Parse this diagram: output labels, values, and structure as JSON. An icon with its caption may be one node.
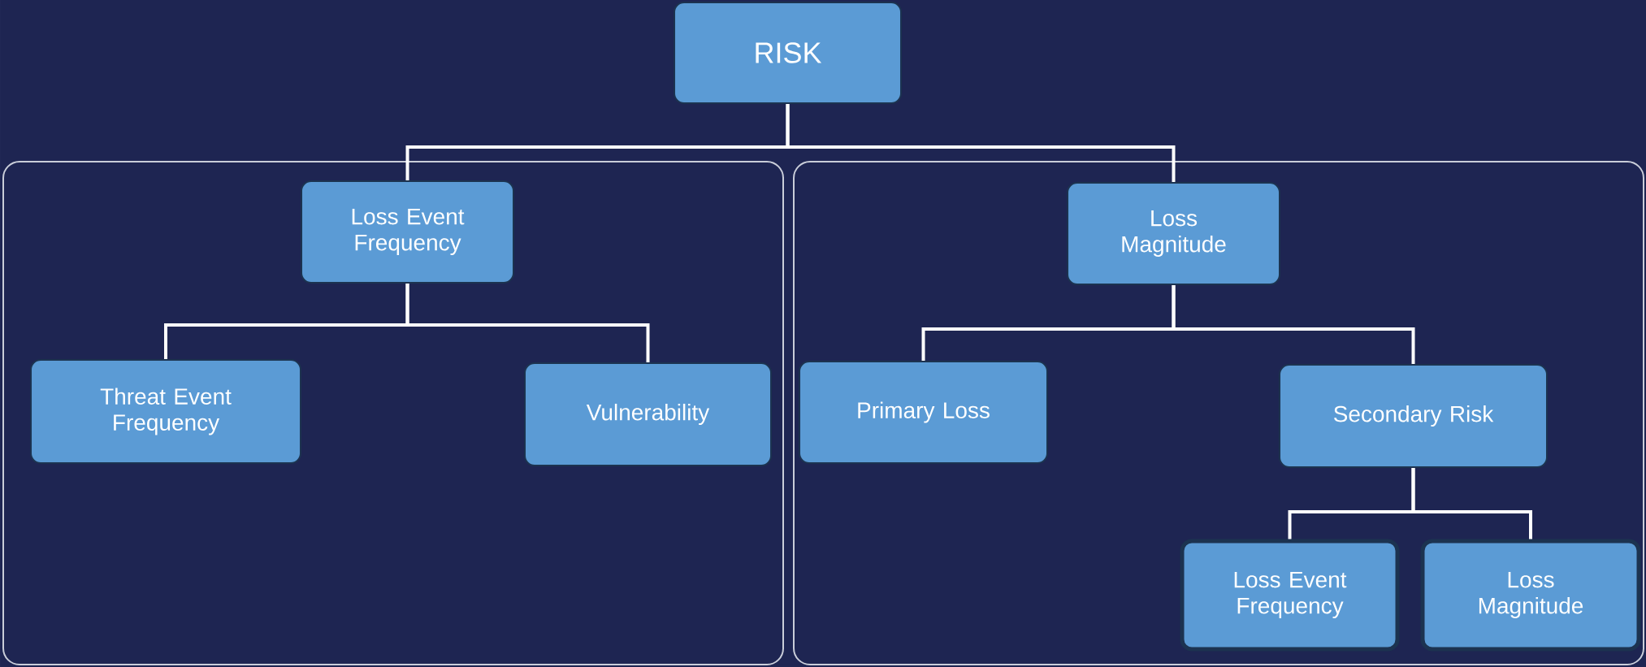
{
  "diagram": {
    "nodes": [
      {
        "text": [
          "RISK"
        ]
      },
      {
        "text": [],
        "shape": "box"
      },
      {
        "text": [
          "Loss Event Frequency"
        ],
        "in": 1
      },
      {
        "text": [
          "Threat Event Frequency"
        ],
        "in": 1
      },
      {
        "text": [
          "Vulnerability"
        ],
        "in": 1
      },
      {
        "text": [],
        "shape": "box"
      },
      {
        "text": [
          "Loss Magnitude"
        ],
        "in": 5
      },
      {
        "text": [
          "Primary Loss"
        ],
        "in": 5
      },
      {
        "text": [
          "Secondary Risk"
        ],
        "in": 5
      },
      {
        "text": [
          "Loss Event Frequency"
        ],
        "in": 5
      },
      {
        "text": [
          "Loss Magnitude"
        ],
        "in": 5
      }
    ],
    "edges": [
      {
        "from": 0,
        "to": 2,
        "arrow": "none"
      },
      {
        "from": 0,
        "to": 6,
        "arrow": "none"
      },
      {
        "from": 2,
        "to": 3,
        "arrow": "none"
      },
      {
        "from": 2,
        "to": 4,
        "arrow": "none"
      },
      {
        "from": 6,
        "to": 7,
        "arrow": "none"
      },
      {
        "from": 6,
        "to": 8,
        "arrow": "none"
      },
      {
        "from": 8,
        "to": 9,
        "arrow": "none"
      },
      {
        "from": 8,
        "to": 10,
        "arrow": "none"
      }
    ]
  }
}
